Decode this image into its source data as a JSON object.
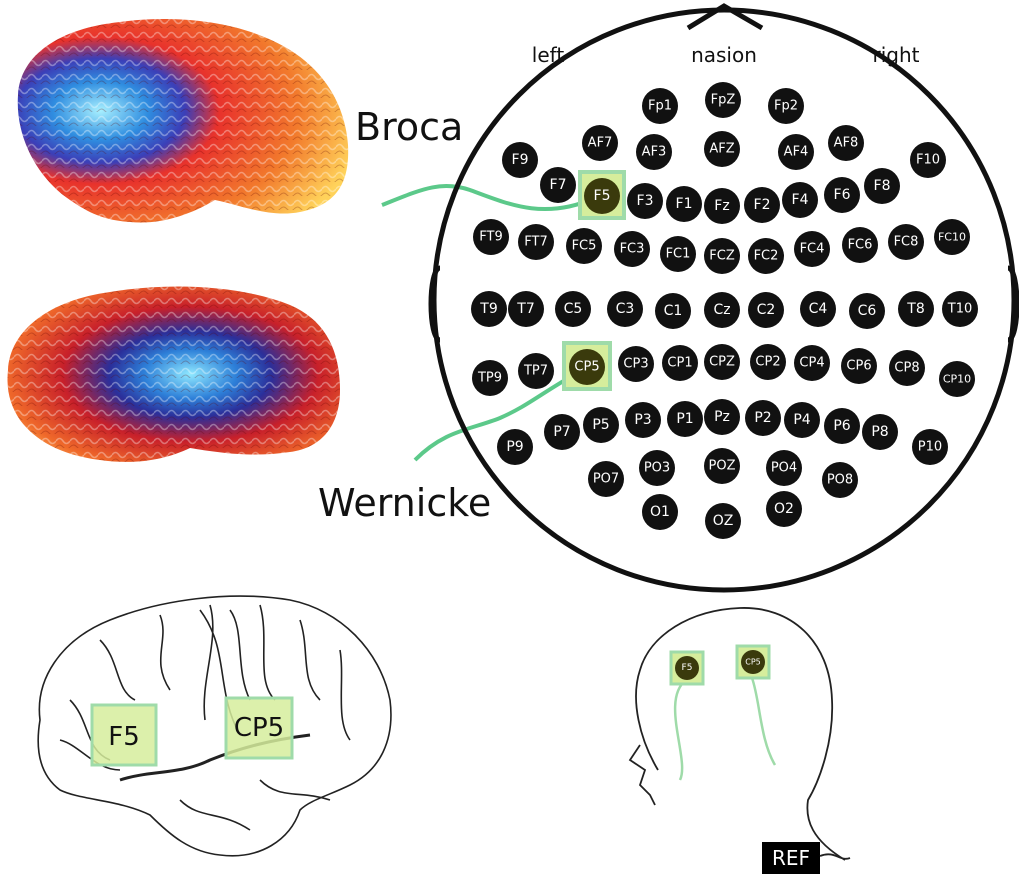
{
  "colors": {
    "highlight_fill": "#d6ed9c",
    "highlight_stroke": "#9fdba9",
    "wire": "#5cc98a",
    "electrode": "#111111",
    "electrode_highlight": "#3a3a0c"
  },
  "regions": {
    "broca": "Broca",
    "wernicke": "Wernicke"
  },
  "orientation": {
    "left": "left",
    "nasion": "nasion",
    "right": "right"
  },
  "highlighted": [
    "F5",
    "CP5"
  ],
  "electrodes": [
    "Fp1",
    "FpZ",
    "Fp2",
    "AF7",
    "AF3",
    "AFZ",
    "AF4",
    "AF8",
    "F9",
    "F7",
    "F5",
    "F3",
    "F1",
    "Fz",
    "F2",
    "F4",
    "F6",
    "F8",
    "F10",
    "FT9",
    "FT7",
    "FC5",
    "FC3",
    "FC1",
    "FCZ",
    "FC2",
    "FC4",
    "FC6",
    "FC8",
    "FC10",
    "T9",
    "T7",
    "C5",
    "C3",
    "C1",
    "Cz",
    "C2",
    "C4",
    "C6",
    "T8",
    "T10",
    "TP9",
    "TP7",
    "CP5",
    "CP3",
    "CP1",
    "CPZ",
    "CP2",
    "CP4",
    "CP6",
    "CP8",
    "CP10",
    "P9",
    "P7",
    "P5",
    "P3",
    "P1",
    "Pz",
    "P2",
    "P4",
    "P6",
    "P8",
    "P10",
    "PO7",
    "PO3",
    "POZ",
    "PO4",
    "PO8",
    "O1",
    "OZ",
    "O2"
  ],
  "cortex_labels": {
    "f5": "F5",
    "cp5": "CP5"
  },
  "side_labels": {
    "f5": "F5",
    "cp5": "CP5"
  },
  "ref_label": "REF"
}
